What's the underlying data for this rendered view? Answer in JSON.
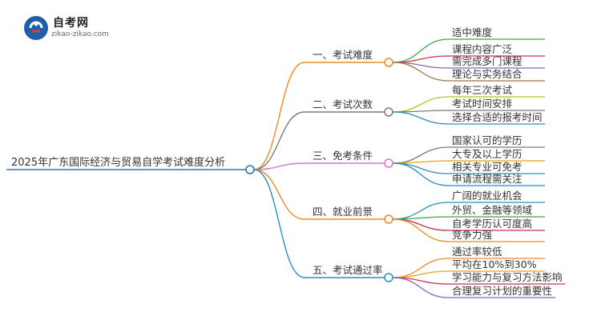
{
  "logo": {
    "title": "自考网",
    "url": "zikao-zikao.com"
  },
  "root": {
    "label": "2025年广东国际经济与贸易自学考试难度分析",
    "color": "#2e75b6"
  },
  "branches": [
    {
      "label": "一、考试难度",
      "color": "#f08a24",
      "leaves": [
        {
          "label": "适中难度",
          "color": "#3aa845"
        },
        {
          "label": "课程内容广泛",
          "color": "#c9324a"
        },
        {
          "label": "需完成多门课程",
          "color": "#8a63b8"
        },
        {
          "label": "理论与实务结合",
          "color": "#a07446"
        }
      ]
    },
    {
      "label": "二、考试次数",
      "color": "#7a7a7a",
      "leaves": [
        {
          "label": "每年三次考试",
          "color": "#b5c21a"
        },
        {
          "label": "考试时间安排",
          "color": "#7a7a7a"
        },
        {
          "label": "选择合适的报考时间",
          "color": "#2a8fbf"
        }
      ]
    },
    {
      "label": "三、免考条件",
      "color": "#e070c0",
      "leaves": [
        {
          "label": "国家认可的学历",
          "color": "#7a7a7a"
        },
        {
          "label": "大专及以上学历",
          "color": "#e8a415"
        },
        {
          "label": "相关专业可免考",
          "color": "#2a8fbf"
        },
        {
          "label": "申请流程需关注",
          "color": "#2a8fbf"
        }
      ]
    },
    {
      "label": "四、就业前景",
      "color": "#f08a24",
      "leaves": [
        {
          "label": "广阔的就业机会",
          "color": "#2a8fbf"
        },
        {
          "label": "外贸、金融等领域",
          "color": "#3aa845"
        },
        {
          "label": "自考学历认可度高",
          "color": "#c9324a"
        },
        {
          "label": "竞争力强",
          "color": "#f08a24"
        }
      ]
    },
    {
      "label": "五、考试通过率",
      "color": "#2a8fbf",
      "leaves": [
        {
          "label": "通过率较低",
          "color": "#f08a24"
        },
        {
          "label": "平均在10%到30%",
          "color": "#e8a415"
        },
        {
          "label": "学习能力与复习方法影响",
          "color": "#c9324a"
        },
        {
          "label": "合理复习计划的重要性",
          "color": "#8a63b8"
        }
      ]
    }
  ]
}
